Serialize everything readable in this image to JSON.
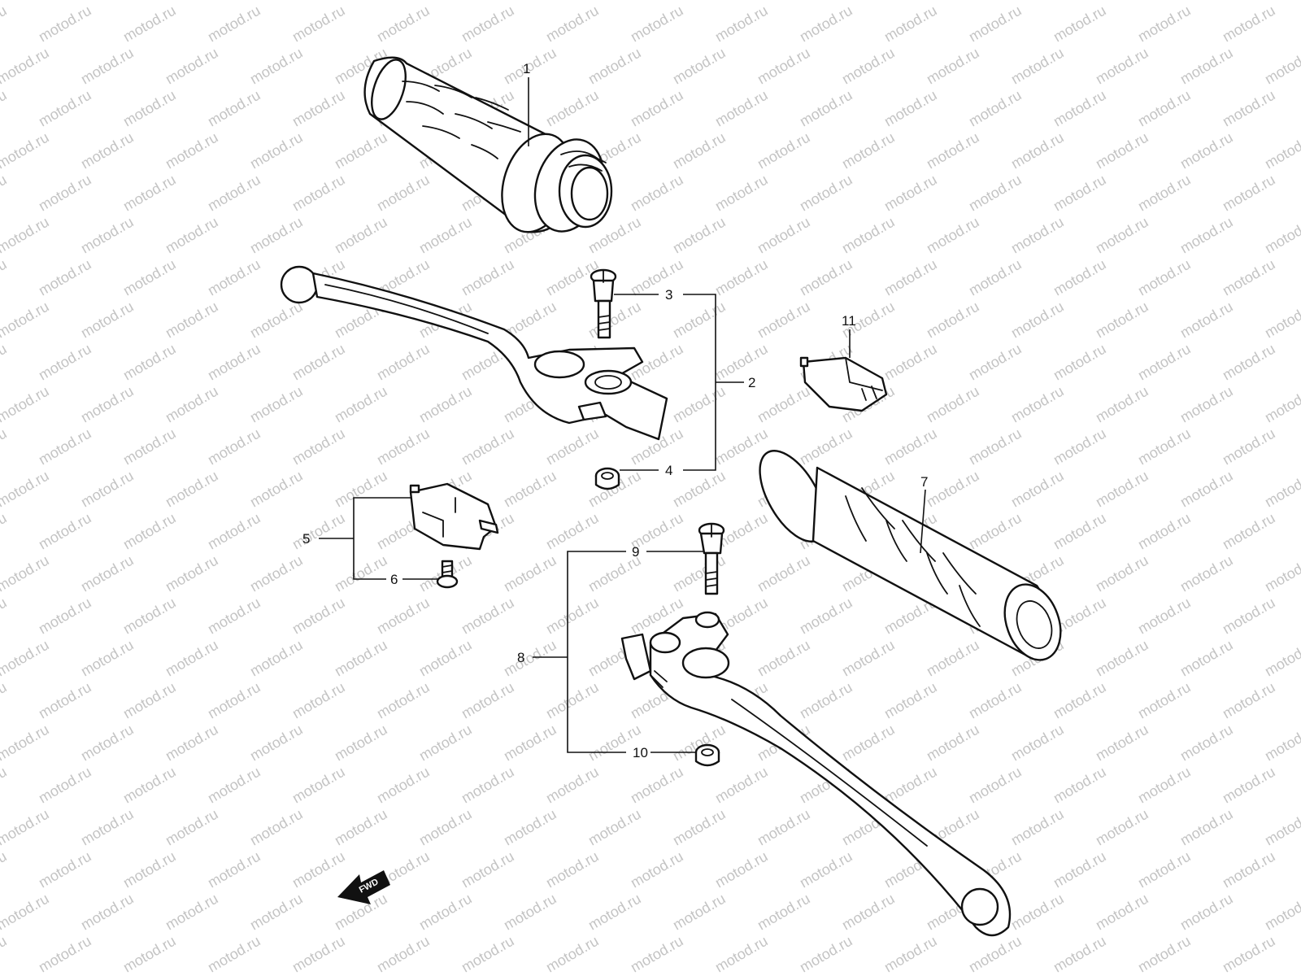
{
  "watermark": "motod.ru",
  "callouts": {
    "c1": "1",
    "c2": "2",
    "c3": "3",
    "c4": "4",
    "c5": "5",
    "c6": "6",
    "c7": "7",
    "c8": "8",
    "c9": "9",
    "c10": "10",
    "c11": "11"
  },
  "fwd_label": "FWD",
  "colors": {
    "line": "#111111",
    "background": "#ffffff",
    "watermark": "#c4c4c4"
  }
}
